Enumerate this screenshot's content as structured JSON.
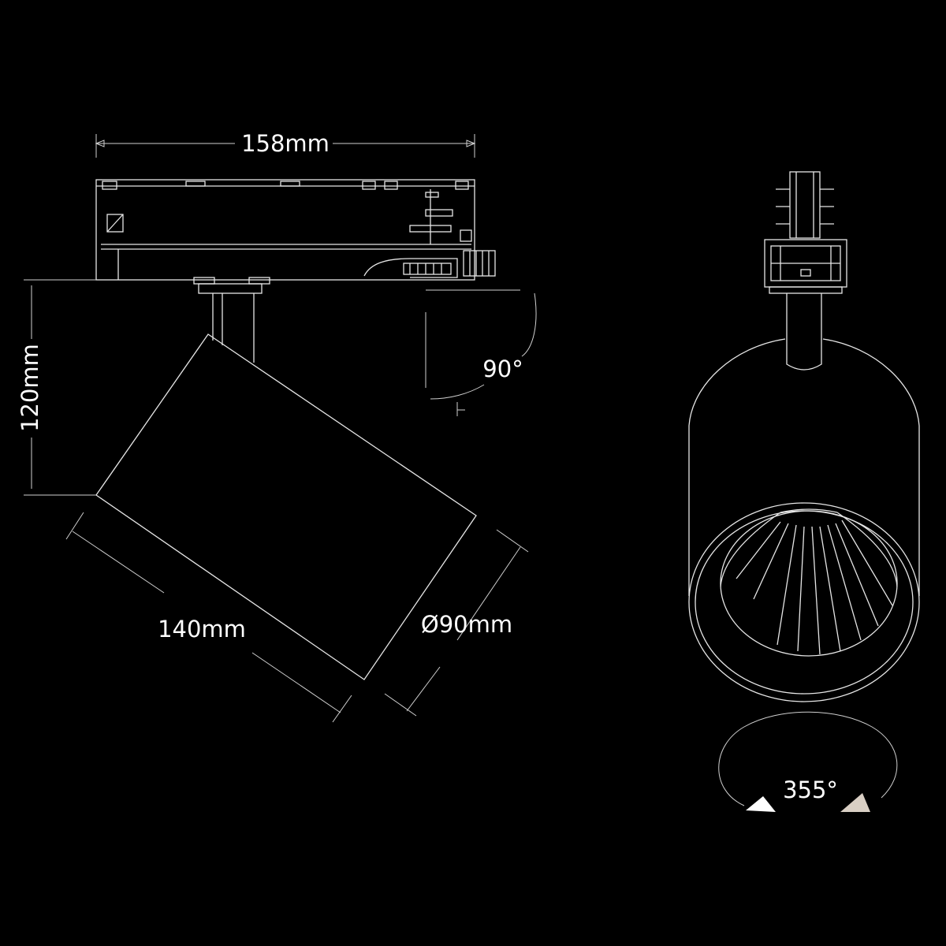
{
  "dimensions": {
    "width": "158mm",
    "height": "120mm",
    "length": "140mm",
    "diameter": "Ø90mm",
    "tilt_angle": "90°",
    "rotation_angle": "355°"
  },
  "colors": {
    "background": "#000000",
    "line": "#e6e6e6",
    "arrow_light": "#ffffff",
    "arrow_warm": "#d9cfc4"
  }
}
